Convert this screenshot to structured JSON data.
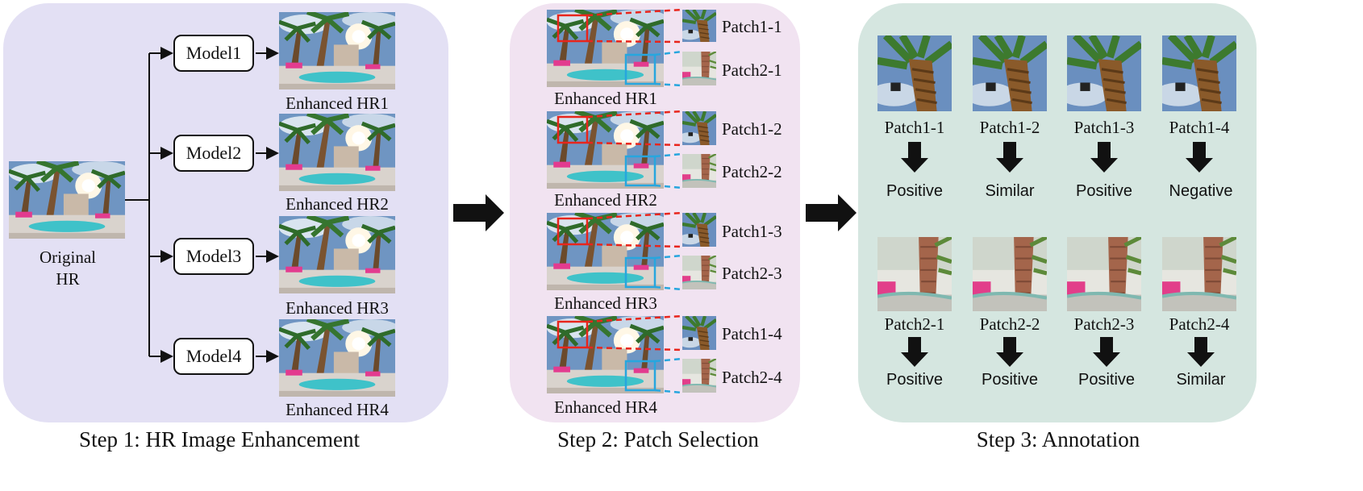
{
  "captions": {
    "step1": "Step 1: HR Image Enhancement",
    "step2": "Step 2: Patch Selection",
    "step3": "Step 3: Annotation"
  },
  "step1": {
    "original_line1": "Original",
    "original_line2": "HR",
    "models": [
      "Model1",
      "Model2",
      "Model3",
      "Model4"
    ],
    "enhanced": [
      "Enhanced HR1",
      "Enhanced HR2",
      "Enhanced HR3",
      "Enhanced HR4"
    ]
  },
  "step2": {
    "enhanced": [
      "Enhanced HR1",
      "Enhanced HR2",
      "Enhanced HR3",
      "Enhanced HR4"
    ],
    "patch1": [
      "Patch1-1",
      "Patch1-2",
      "Patch1-3",
      "Patch1-4"
    ],
    "patch2": [
      "Patch2-1",
      "Patch2-2",
      "Patch2-3",
      "Patch2-4"
    ]
  },
  "step3": {
    "row1_patches": [
      "Patch1-1",
      "Patch1-2",
      "Patch1-3",
      "Patch1-4"
    ],
    "row1_labels": [
      "Positive",
      "Similar",
      "Positive",
      "Negative"
    ],
    "row2_patches": [
      "Patch2-1",
      "Patch2-2",
      "Patch2-3",
      "Patch2-4"
    ],
    "row2_labels": [
      "Positive",
      "Positive",
      "Positive",
      "Similar"
    ]
  },
  "colors": {
    "panel1": "#e3e0f4",
    "panel2": "#f1e3f1",
    "panel3": "#d5e6e0",
    "red_box": "#e8251c",
    "blue_box": "#27a6de"
  }
}
